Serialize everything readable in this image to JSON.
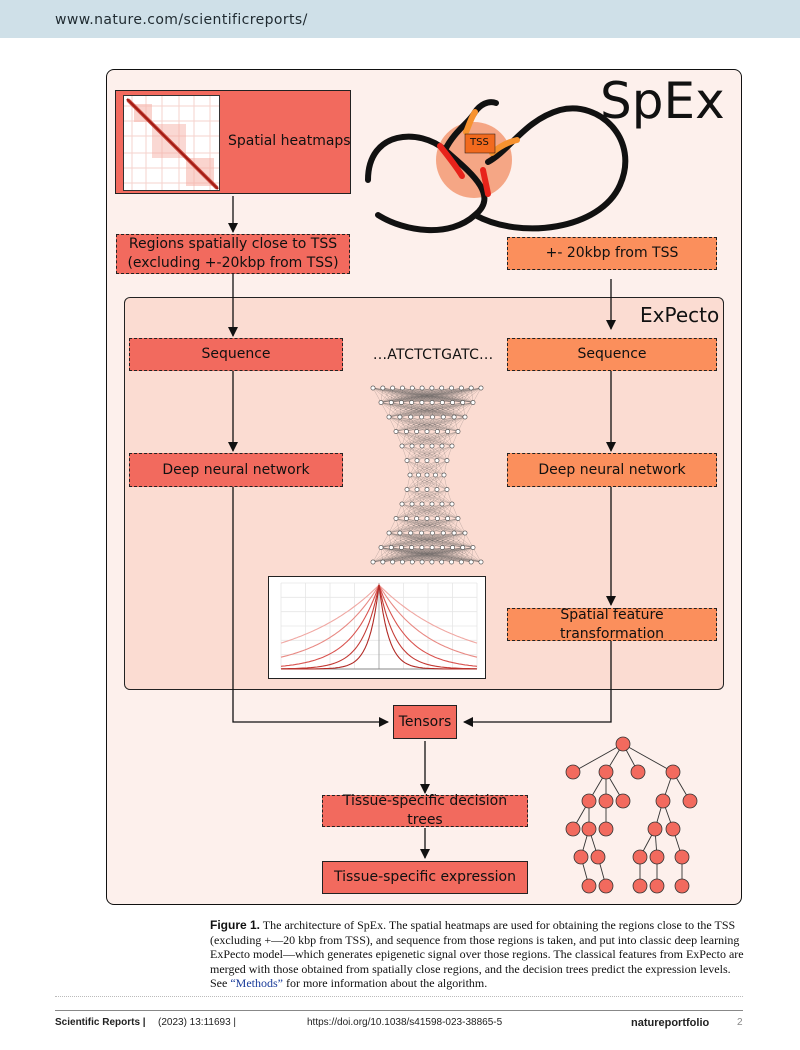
{
  "header": {
    "url": "www.nature.com/scientificreports/"
  },
  "diagram": {
    "title": "SpEx",
    "sub_title": "ExPecto",
    "heatmap_label": "Spatial heatmaps",
    "tss_label": "TSS",
    "regions_close_line1": "Regions spatially close to TSS",
    "regions_close_line2": "(excluding +-20kbp from TSS)",
    "tss_window": "+- 20kbp from TSS",
    "sequence_left": "Sequence",
    "sequence_right": "Sequence",
    "dna_sequence": "...ATCTCTGATC...",
    "dnn_left": "Deep neural network",
    "dnn_right": "Deep neural network",
    "spatial_transform": "Spatial feature transformation",
    "tensors": "Tensors",
    "decision_trees": "Tissue-specific decision trees",
    "expression": "Tissue-specific expression",
    "colors": {
      "red": "#f26a5e",
      "orange": "#fb8f5c",
      "panel": "#fdf0ec",
      "expecto_panel": "#fbdcd2"
    }
  },
  "caption": {
    "label": "Figure 1.",
    "text": " The architecture of SpEx. The spatial heatmaps are used for obtaining the regions close to the TSS (excluding +—20 kbp from TSS), and sequence from those regions is taken, and put into classic deep learning ExPecto model—which generates epigenetic signal over those regions. The classical features from ExPecto are merged with those obtained from spatially close regions, and the decision trees predict the expression levels. See ",
    "link": "“Methods”",
    "tail": " for more information about the algorithm."
  },
  "footer": {
    "journal": "Scientific Reports |",
    "volume": "(2023) 13:11693 |",
    "doi": "https://doi.org/10.1038/s41598-023-38865-5",
    "publisher": "natureportfolio",
    "page": "2"
  }
}
